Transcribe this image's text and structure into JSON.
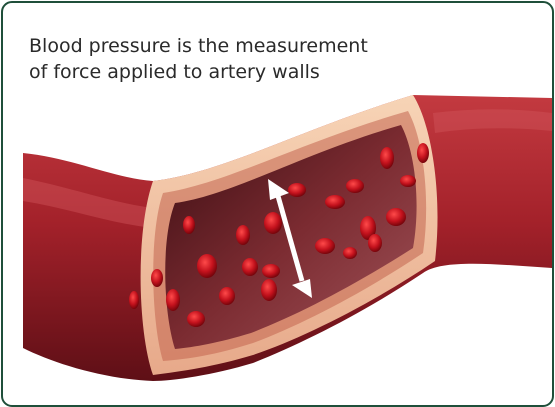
{
  "caption": {
    "line1": "Blood pressure is the measurement",
    "line2": "of force applied to artery walls"
  },
  "colors": {
    "frame_border": "#1f4f3a",
    "artery_outer": "#a8242a",
    "artery_inner": "#7a2a30",
    "wall_layer": "#f3c7a6",
    "blood_cell": "#c4121d",
    "arrow": "#ffffff"
  },
  "icons": {
    "pressure_arrow": "double-headed-arrow"
  }
}
